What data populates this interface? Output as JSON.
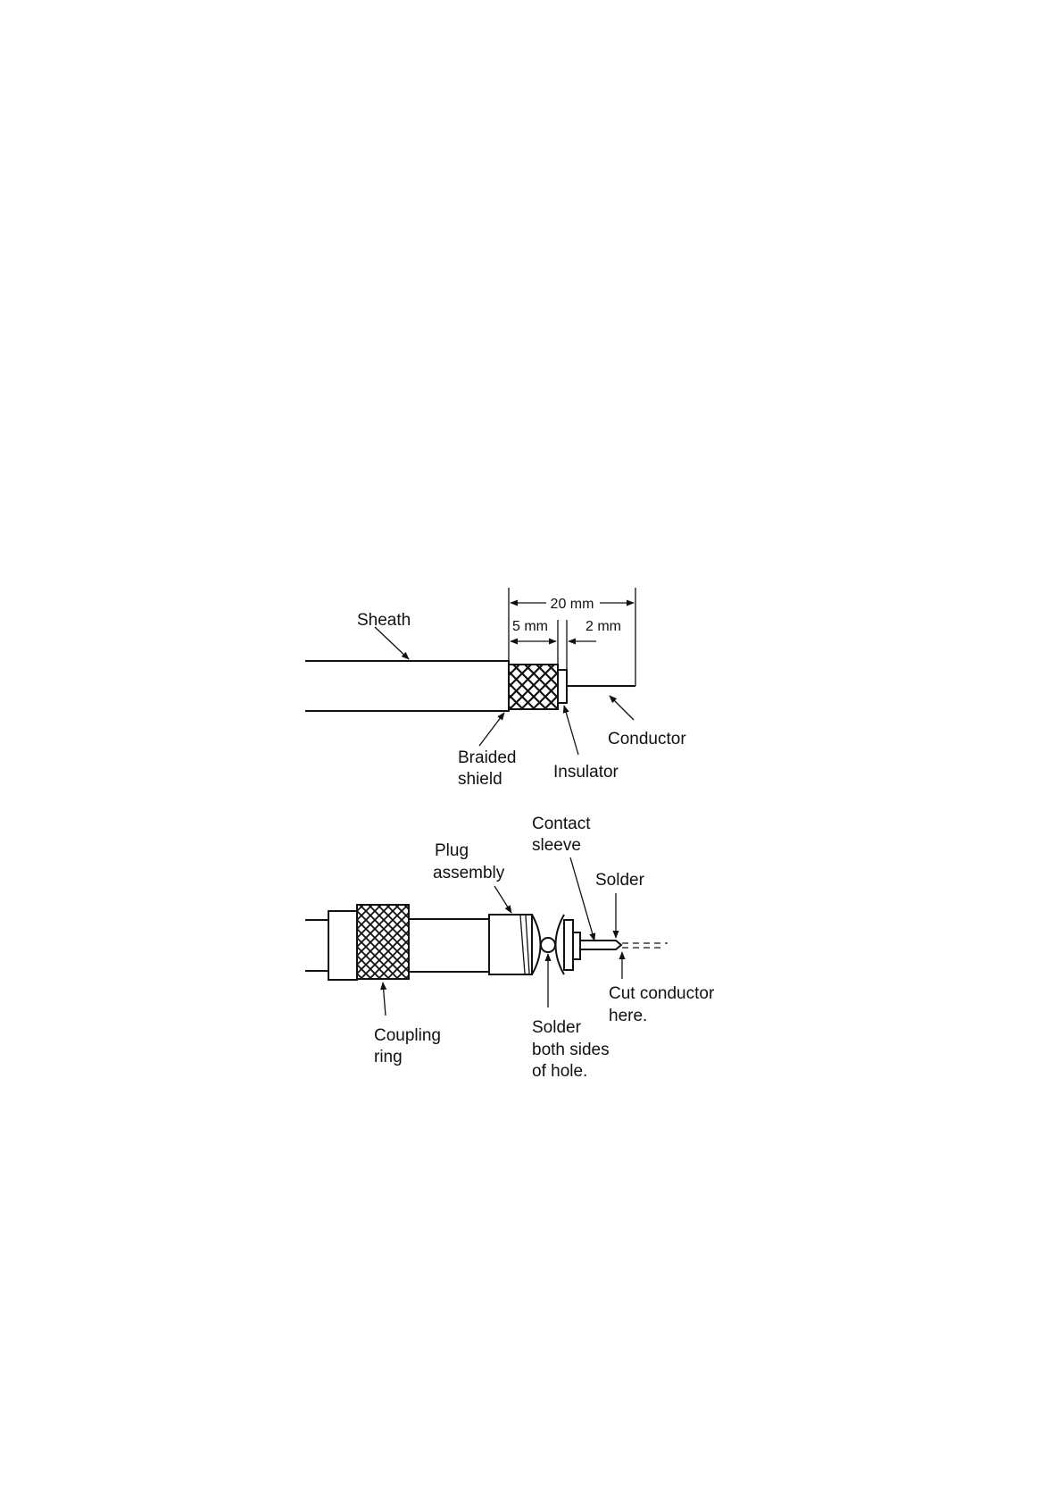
{
  "colors": {
    "ink": "#111111",
    "paper": "#ffffff"
  },
  "top": {
    "dimensions": {
      "overall": "20 mm",
      "shield": "5 mm",
      "insulator": "2 mm"
    },
    "labels": {
      "sheath": "Sheath",
      "braided_1": "Braided",
      "braided_2": "shield",
      "insulator": "Insulator",
      "conductor": "Conductor"
    }
  },
  "bottom": {
    "labels": {
      "contact_1": "Contact",
      "contact_2": "sleeve",
      "plug_1": "Plug",
      "plug_2": "assembly",
      "solder": "Solder",
      "cut_1": "Cut conductor",
      "cut_2": "here.",
      "coupling_1": "Coupling",
      "coupling_2": "ring",
      "solder_hole_1": "Solder",
      "solder_hole_2": "both sides",
      "solder_hole_3": "of hole."
    }
  }
}
